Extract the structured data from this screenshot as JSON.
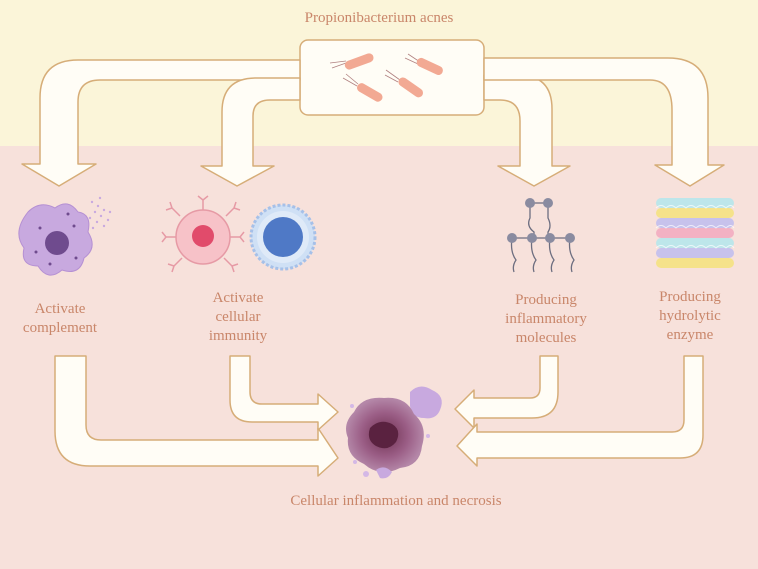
{
  "title": "Propionibacterium acnes",
  "labels": {
    "complement": "Activate\ncomplement",
    "cellular": "Activate\ncellular\nimmunity",
    "inflammatory": "Producing\ninflammatory\nmolecules",
    "hydrolytic": "Producing\nhydrolytic\nenzyme",
    "outcome": "Cellular inflammation and necrosis"
  },
  "colors": {
    "top_background": "#fbf5d9",
    "bottom_background": "#f7e1db",
    "arrow_stroke": "#d6ad78",
    "arrow_fill": "#fffdf6",
    "text": "#c9866a"
  }
}
